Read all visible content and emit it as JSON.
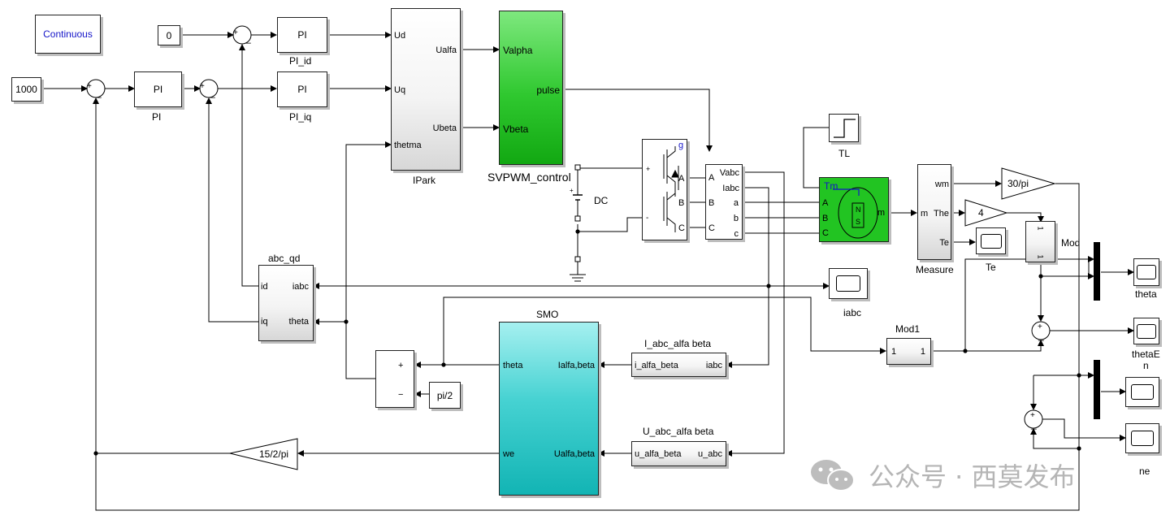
{
  "continuous": "Continuous",
  "const0": "0",
  "const1000": "1000",
  "pi_id": {
    "inner": "PI",
    "name": "PI_id"
  },
  "pi_iq": {
    "inner": "PI",
    "name": "PI_iq"
  },
  "pi_speed": {
    "inner": "PI",
    "name": "PI"
  },
  "ipark": {
    "name": "IPark",
    "ud": "Ud",
    "uq": "Uq",
    "thetma": "thetma",
    "ualfa": "Ualfa",
    "ubeta": "Ubeta"
  },
  "svpwm": {
    "name": "SVPWM_control",
    "valpha": "Valpha",
    "vbeta": "Vbeta",
    "pulse": "pulse"
  },
  "dc": "DC",
  "inverter": {
    "g": "g",
    "a": "A",
    "b": "B",
    "c": "C",
    "plus": "+",
    "minus": "-"
  },
  "vim": {
    "vabc": "Vabc",
    "iabc": "Iabc",
    "a": "a",
    "b": "b",
    "c": "c",
    "A": "A",
    "B": "B",
    "C": "C"
  },
  "tl": "TL",
  "pmsm": {
    "tm": "Tm",
    "m": "m",
    "A": "A",
    "B": "B",
    "C": "C",
    "n": "N",
    "s": "S"
  },
  "measure": {
    "name": "Measure",
    "m": "m",
    "wm": "wm",
    "the": "The",
    "te": "Te"
  },
  "gain_30pi": "30/pi",
  "gain_4": "4",
  "scope_te": "Te",
  "mod": {
    "name": "Mod",
    "in": "1",
    "out": "1"
  },
  "scope_theta": "theta",
  "scope_thetaen": "thetaE\nn",
  "scope_ne": "ne",
  "scope_iabc": "iabc",
  "abc_qd": {
    "name": "abc_qd",
    "id": "id",
    "iq": "iq",
    "iabc": "iabc",
    "theta": "theta"
  },
  "smo": {
    "name": "SMO",
    "theta": "theta",
    "ialfa": "Ialfa,beta",
    "we": "we",
    "ualfa": "Ualfa,beta"
  },
  "i_conv": {
    "name": "I_abc_alfa beta",
    "left": "i_alfa_beta",
    "right": "iabc"
  },
  "u_conv": {
    "name": "U_abc_alfa beta",
    "left": "u_alfa_beta",
    "right": "u_abc"
  },
  "mod1": {
    "name": "Mod1",
    "in": "1",
    "out": "1"
  },
  "sum_half": {
    "plus": "+",
    "minus": "−"
  },
  "pi2": "pi/2",
  "gain_152": "15/2/pi",
  "watermark": "公众号 · 西莫发布",
  "colors": {
    "svpwm": "#22bb22",
    "smo": "#22c8c8",
    "pmsm": "#22c422",
    "label_blue": "#1414c8"
  }
}
